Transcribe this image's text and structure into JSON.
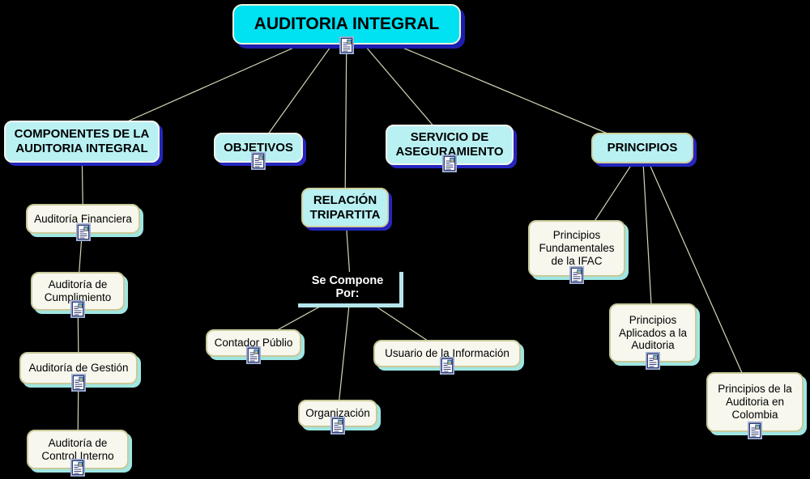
{
  "map": {
    "title": "AUDITORIA INTEGRAL",
    "colors": {
      "background": "#000000",
      "root_fill": "#00e1f2",
      "branch_fill": "#b9f1f3",
      "leaf_fill": "#f7f7ee",
      "root_shadow": "#1d1dae",
      "branch_shadow": "#2526bd",
      "leaf_shadow": "#9fe6e2",
      "line": "#d2d8b6",
      "se_compone_bracket": "#b6e5ec",
      "se_compone_text": "#ffffff"
    },
    "nodes": {
      "root": {
        "label": "AUDITORIA INTEGRAL"
      },
      "componentes": {
        "label": "COMPONENTES DE LA AUDITORIA INTEGRAL"
      },
      "objetivos": {
        "label": "OBJETIVOS"
      },
      "servicio": {
        "label": "SERVICIO DE ASEGURAMIENTO"
      },
      "principios": {
        "label": "PRINCIPIOS"
      },
      "relacion": {
        "label": "RELACIÓN TRIPARTITA"
      },
      "aud_financiera": {
        "label": "Auditoría Financiera"
      },
      "aud_cumplimiento": {
        "label": "Auditoría de Cumplimiento"
      },
      "aud_gestion": {
        "label": "Auditoría de Gestión"
      },
      "aud_control": {
        "label": "Auditoría de Control Interno"
      },
      "se_compone": {
        "label": "Se Compone Por:"
      },
      "contador": {
        "label": "Contador Públio"
      },
      "organizacion": {
        "label": "Organización"
      },
      "usuario": {
        "label": "Usuario de la Información"
      },
      "p_ifac": {
        "label": "Principios Fundamentales de la IFAC"
      },
      "p_aplicados": {
        "label": "Principios Aplicados a la Auditoria"
      },
      "p_colombia": {
        "label": "Principios de la Auditoria en Colombia"
      }
    },
    "edges": [
      {
        "from": "root",
        "to": "componentes"
      },
      {
        "from": "root",
        "to": "objetivos"
      },
      {
        "from": "root",
        "to": "relacion"
      },
      {
        "from": "root",
        "to": "servicio"
      },
      {
        "from": "root",
        "to": "principios"
      },
      {
        "from": "componentes",
        "to": "aud_financiera"
      },
      {
        "from": "aud_financiera",
        "to": "aud_cumplimiento"
      },
      {
        "from": "aud_cumplimiento",
        "to": "aud_gestion"
      },
      {
        "from": "aud_gestion",
        "to": "aud_control"
      },
      {
        "from": "relacion",
        "to": "se_compone"
      },
      {
        "from": "se_compone",
        "to": "contador"
      },
      {
        "from": "se_compone",
        "to": "organizacion"
      },
      {
        "from": "se_compone",
        "to": "usuario"
      },
      {
        "from": "principios",
        "to": "p_ifac"
      },
      {
        "from": "principios",
        "to": "p_aplicados"
      },
      {
        "from": "principios",
        "to": "p_colombia"
      }
    ]
  }
}
